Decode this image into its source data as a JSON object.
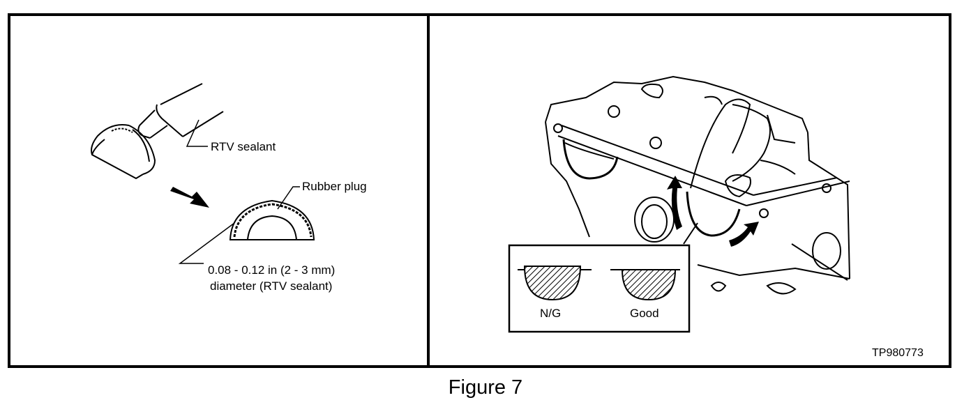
{
  "left_panel": {
    "rtv_sealant_label": "RTV sealant",
    "rubber_plug_label": "Rubber plug",
    "bead_size_line1": "0.08 - 0.12 in (2 - 3 mm)",
    "bead_size_line2": "diameter (RTV sealant)"
  },
  "right_panel": {
    "inset_ng_label": "N/G",
    "inset_good_label": "Good",
    "figure_code": "TP980773"
  },
  "caption": "Figure 7"
}
